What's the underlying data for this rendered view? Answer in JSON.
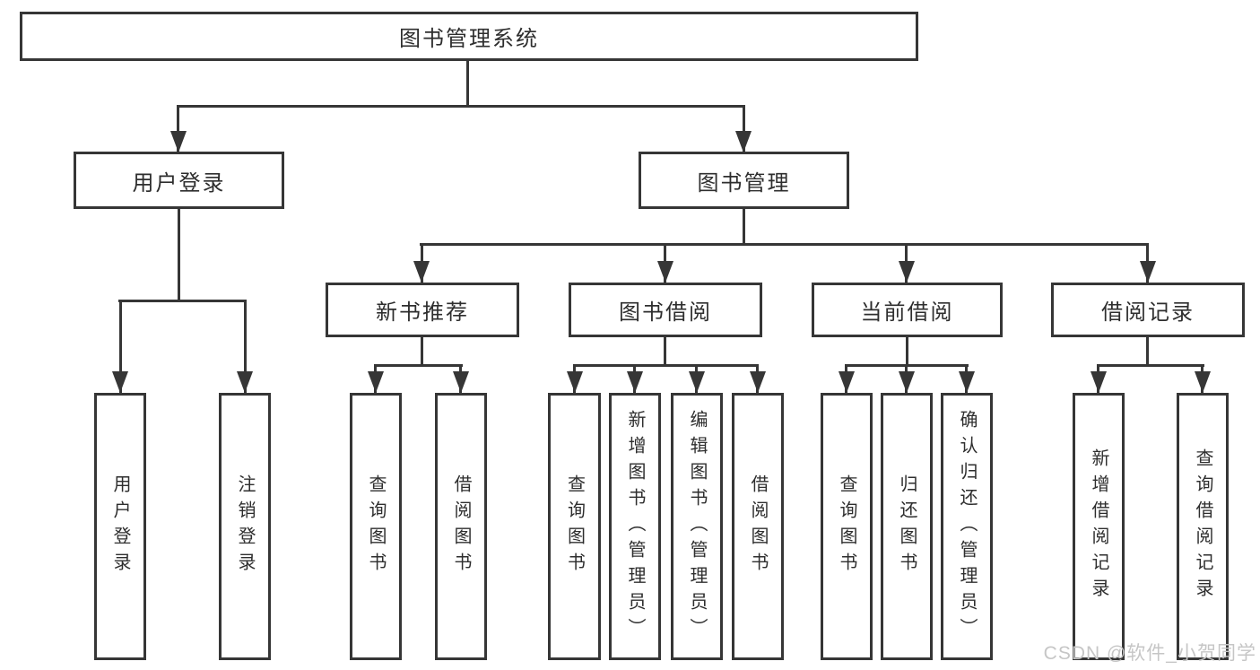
{
  "colors": {
    "line": "#363636",
    "box_border": "#363636",
    "text": "#2e2e2e",
    "watermark": "#c6c6c6",
    "background": "#ffffff"
  },
  "diagram": {
    "root": "图书管理系统",
    "level2": {
      "user_login": "用户登录",
      "book_management": "图书管理"
    },
    "level3": {
      "new_book_recommend": "新书推荐",
      "book_borrow": "图书借阅",
      "current_borrow": "当前借阅",
      "borrow_record": "借阅记录"
    },
    "leaves": {
      "user_login": "用户登录",
      "logout": "注销登录",
      "rec_query_book": "查询图书",
      "rec_borrow_book": "借阅图书",
      "bb_query_book": "查询图书",
      "bb_add_book": "新增图书（管理员）",
      "bb_edit_book": "编辑图书（管理员）",
      "bb_borrow_book": "借阅图书",
      "cb_query_book": "查询图书",
      "cb_return_book": "归还图书",
      "cb_confirm_return": "确认归还（管理员）",
      "br_add_record": "新增借阅记录",
      "br_query_record": "查询借阅记录"
    }
  },
  "watermark": "CSDN @软件_小贺同学"
}
